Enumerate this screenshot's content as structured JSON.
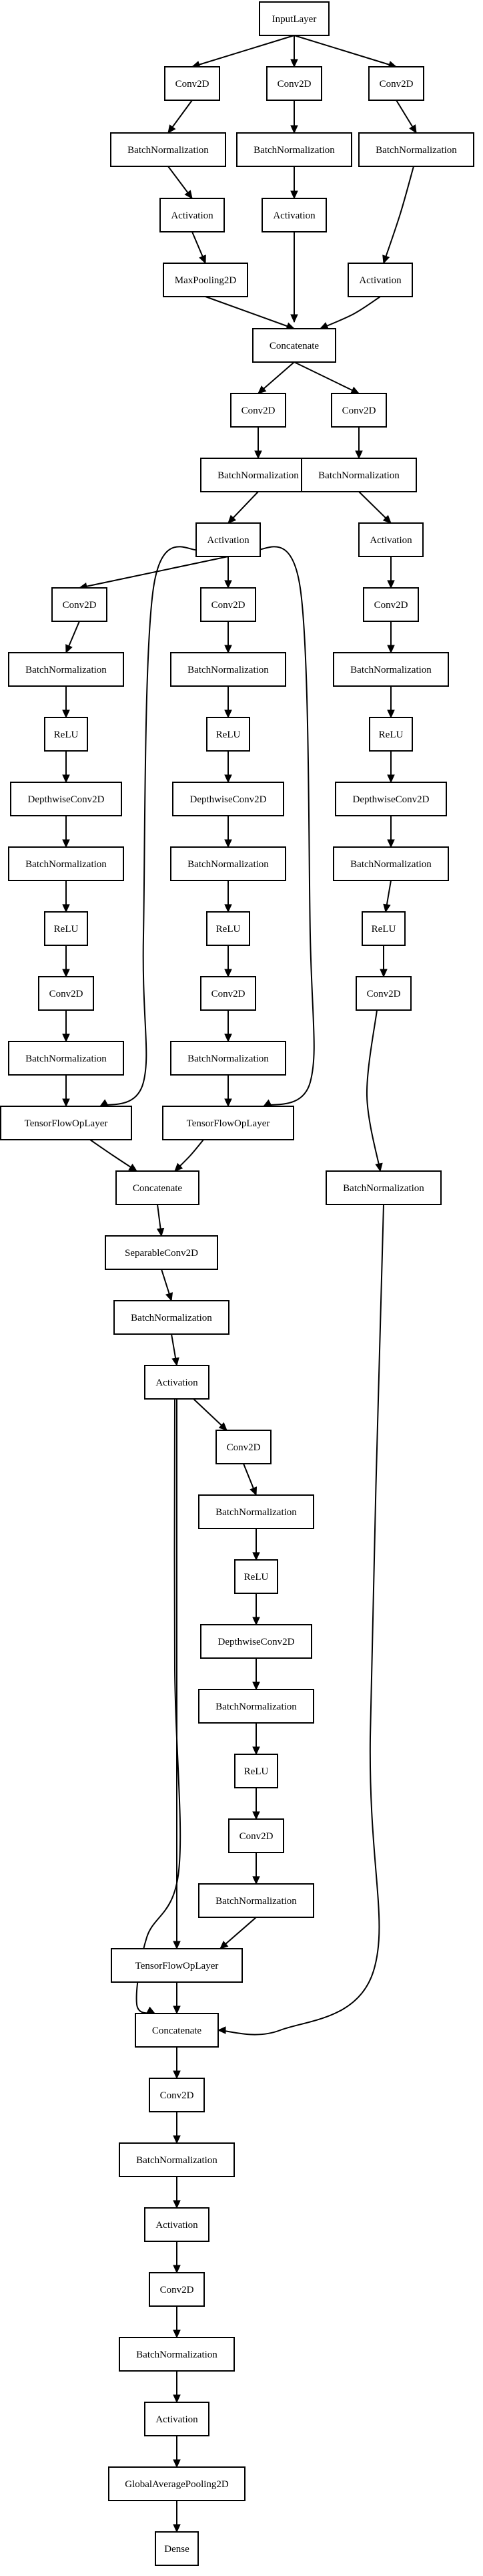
{
  "diagram": {
    "type": "model-graph",
    "nodes": [
      {
        "id": "input",
        "label": "InputLayer"
      },
      {
        "id": "c2d_a",
        "label": "Conv2D"
      },
      {
        "id": "c2d_b",
        "label": "Conv2D"
      },
      {
        "id": "c2d_c",
        "label": "Conv2D"
      },
      {
        "id": "bn_a",
        "label": "BatchNormalization"
      },
      {
        "id": "bn_b",
        "label": "BatchNormalization"
      },
      {
        "id": "bn_c",
        "label": "BatchNormalization"
      },
      {
        "id": "act_a",
        "label": "Activation"
      },
      {
        "id": "act_b",
        "label": "Activation"
      },
      {
        "id": "maxpool",
        "label": "MaxPooling2D"
      },
      {
        "id": "act_c",
        "label": "Activation"
      },
      {
        "id": "concat1",
        "label": "Concatenate"
      },
      {
        "id": "c2d_d",
        "label": "Conv2D"
      },
      {
        "id": "c2d_e",
        "label": "Conv2D"
      },
      {
        "id": "bn_d",
        "label": "BatchNormalization"
      },
      {
        "id": "bn_e",
        "label": "BatchNormalization"
      },
      {
        "id": "act_d",
        "label": "Activation"
      },
      {
        "id": "act_e",
        "label": "Activation"
      },
      {
        "id": "l_c2d1",
        "label": "Conv2D"
      },
      {
        "id": "m_c2d1",
        "label": "Conv2D"
      },
      {
        "id": "r_c2d1",
        "label": "Conv2D"
      },
      {
        "id": "l_bn1",
        "label": "BatchNormalization"
      },
      {
        "id": "m_bn1",
        "label": "BatchNormalization"
      },
      {
        "id": "r_bn1",
        "label": "BatchNormalization"
      },
      {
        "id": "l_relu1",
        "label": "ReLU"
      },
      {
        "id": "m_relu1",
        "label": "ReLU"
      },
      {
        "id": "r_relu1",
        "label": "ReLU"
      },
      {
        "id": "l_dw",
        "label": "DepthwiseConv2D"
      },
      {
        "id": "m_dw",
        "label": "DepthwiseConv2D"
      },
      {
        "id": "r_dw",
        "label": "DepthwiseConv2D"
      },
      {
        "id": "l_bn2",
        "label": "BatchNormalization"
      },
      {
        "id": "m_bn2",
        "label": "BatchNormalization"
      },
      {
        "id": "r_bn2",
        "label": "BatchNormalization"
      },
      {
        "id": "l_relu2",
        "label": "ReLU"
      },
      {
        "id": "m_relu2",
        "label": "ReLU"
      },
      {
        "id": "r_relu2",
        "label": "ReLU"
      },
      {
        "id": "l_c2d2",
        "label": "Conv2D"
      },
      {
        "id": "m_c2d2",
        "label": "Conv2D"
      },
      {
        "id": "r_c2d2",
        "label": "Conv2D"
      },
      {
        "id": "l_bn3",
        "label": "BatchNormalization"
      },
      {
        "id": "m_bn3",
        "label": "BatchNormalization"
      },
      {
        "id": "l_tf",
        "label": "TensorFlowOpLayer"
      },
      {
        "id": "m_tf",
        "label": "TensorFlowOpLayer"
      },
      {
        "id": "concat2",
        "label": "Concatenate"
      },
      {
        "id": "r_bn3",
        "label": "BatchNormalization"
      },
      {
        "id": "sep",
        "label": "SeparableConv2D"
      },
      {
        "id": "bn_f",
        "label": "BatchNormalization"
      },
      {
        "id": "act_f",
        "label": "Activation"
      },
      {
        "id": "b_c2d1",
        "label": "Conv2D"
      },
      {
        "id": "b_bn1",
        "label": "BatchNormalization"
      },
      {
        "id": "b_relu1",
        "label": "ReLU"
      },
      {
        "id": "b_dw",
        "label": "DepthwiseConv2D"
      },
      {
        "id": "b_bn2",
        "label": "BatchNormalization"
      },
      {
        "id": "b_relu2",
        "label": "ReLU"
      },
      {
        "id": "b_c2d2",
        "label": "Conv2D"
      },
      {
        "id": "b_bn3",
        "label": "BatchNormalization"
      },
      {
        "id": "b_tf",
        "label": "TensorFlowOpLayer"
      },
      {
        "id": "concat3",
        "label": "Concatenate"
      },
      {
        "id": "f_c2d1",
        "label": "Conv2D"
      },
      {
        "id": "f_bn1",
        "label": "BatchNormalization"
      },
      {
        "id": "f_act1",
        "label": "Activation"
      },
      {
        "id": "f_c2d2",
        "label": "Conv2D"
      },
      {
        "id": "f_bn2",
        "label": "BatchNormalization"
      },
      {
        "id": "f_act2",
        "label": "Activation"
      },
      {
        "id": "gap",
        "label": "GlobalAveragePooling2D"
      },
      {
        "id": "dense",
        "label": "Dense"
      }
    ],
    "edges": [
      [
        "input",
        "c2d_a"
      ],
      [
        "input",
        "c2d_b"
      ],
      [
        "input",
        "c2d_c"
      ],
      [
        "c2d_a",
        "bn_a"
      ],
      [
        "c2d_b",
        "bn_b"
      ],
      [
        "c2d_c",
        "bn_c"
      ],
      [
        "bn_a",
        "act_a"
      ],
      [
        "bn_b",
        "act_b"
      ],
      [
        "bn_c",
        "act_c"
      ],
      [
        "act_a",
        "maxpool"
      ],
      [
        "maxpool",
        "concat1"
      ],
      [
        "act_b",
        "concat1"
      ],
      [
        "act_c",
        "concat1"
      ],
      [
        "concat1",
        "c2d_d"
      ],
      [
        "concat1",
        "c2d_e"
      ],
      [
        "c2d_d",
        "bn_d"
      ],
      [
        "c2d_e",
        "bn_e"
      ],
      [
        "bn_d",
        "act_d"
      ],
      [
        "bn_e",
        "act_e"
      ],
      [
        "act_d",
        "l_c2d1"
      ],
      [
        "act_d",
        "m_c2d1"
      ],
      [
        "act_d",
        "l_tf"
      ],
      [
        "act_d",
        "m_tf"
      ],
      [
        "act_e",
        "r_c2d1"
      ],
      [
        "l_c2d1",
        "l_bn1"
      ],
      [
        "l_bn1",
        "l_relu1"
      ],
      [
        "l_relu1",
        "l_dw"
      ],
      [
        "l_dw",
        "l_bn2"
      ],
      [
        "l_bn2",
        "l_relu2"
      ],
      [
        "l_relu2",
        "l_c2d2"
      ],
      [
        "l_c2d2",
        "l_bn3"
      ],
      [
        "l_bn3",
        "l_tf"
      ],
      [
        "m_c2d1",
        "m_bn1"
      ],
      [
        "m_bn1",
        "m_relu1"
      ],
      [
        "m_relu1",
        "m_dw"
      ],
      [
        "m_dw",
        "m_bn2"
      ],
      [
        "m_bn2",
        "m_relu2"
      ],
      [
        "m_relu2",
        "m_c2d2"
      ],
      [
        "m_c2d2",
        "m_bn3"
      ],
      [
        "m_bn3",
        "m_tf"
      ],
      [
        "r_c2d1",
        "r_bn1"
      ],
      [
        "r_bn1",
        "r_relu1"
      ],
      [
        "r_relu1",
        "r_dw"
      ],
      [
        "r_dw",
        "r_bn2"
      ],
      [
        "r_bn2",
        "r_relu2"
      ],
      [
        "r_relu2",
        "r_c2d2"
      ],
      [
        "r_c2d2",
        "r_bn3"
      ],
      [
        "l_tf",
        "concat2"
      ],
      [
        "m_tf",
        "concat2"
      ],
      [
        "concat2",
        "sep"
      ],
      [
        "sep",
        "bn_f"
      ],
      [
        "bn_f",
        "act_f"
      ],
      [
        "act_f",
        "b_c2d1"
      ],
      [
        "act_f",
        "b_tf"
      ],
      [
        "b_c2d1",
        "b_bn1"
      ],
      [
        "b_bn1",
        "b_relu1"
      ],
      [
        "b_relu1",
        "b_dw"
      ],
      [
        "b_dw",
        "b_bn2"
      ],
      [
        "b_bn2",
        "b_relu2"
      ],
      [
        "b_relu2",
        "b_c2d2"
      ],
      [
        "b_c2d2",
        "b_bn3"
      ],
      [
        "b_bn3",
        "b_tf"
      ],
      [
        "act_f",
        "concat3"
      ],
      [
        "b_tf",
        "concat3"
      ],
      [
        "r_bn3",
        "concat3"
      ],
      [
        "concat3",
        "f_c2d1"
      ],
      [
        "f_c2d1",
        "f_bn1"
      ],
      [
        "f_bn1",
        "f_act1"
      ],
      [
        "f_act1",
        "f_c2d2"
      ],
      [
        "f_c2d2",
        "f_bn2"
      ],
      [
        "f_bn2",
        "f_act2"
      ],
      [
        "f_act2",
        "gap"
      ],
      [
        "gap",
        "dense"
      ]
    ]
  }
}
